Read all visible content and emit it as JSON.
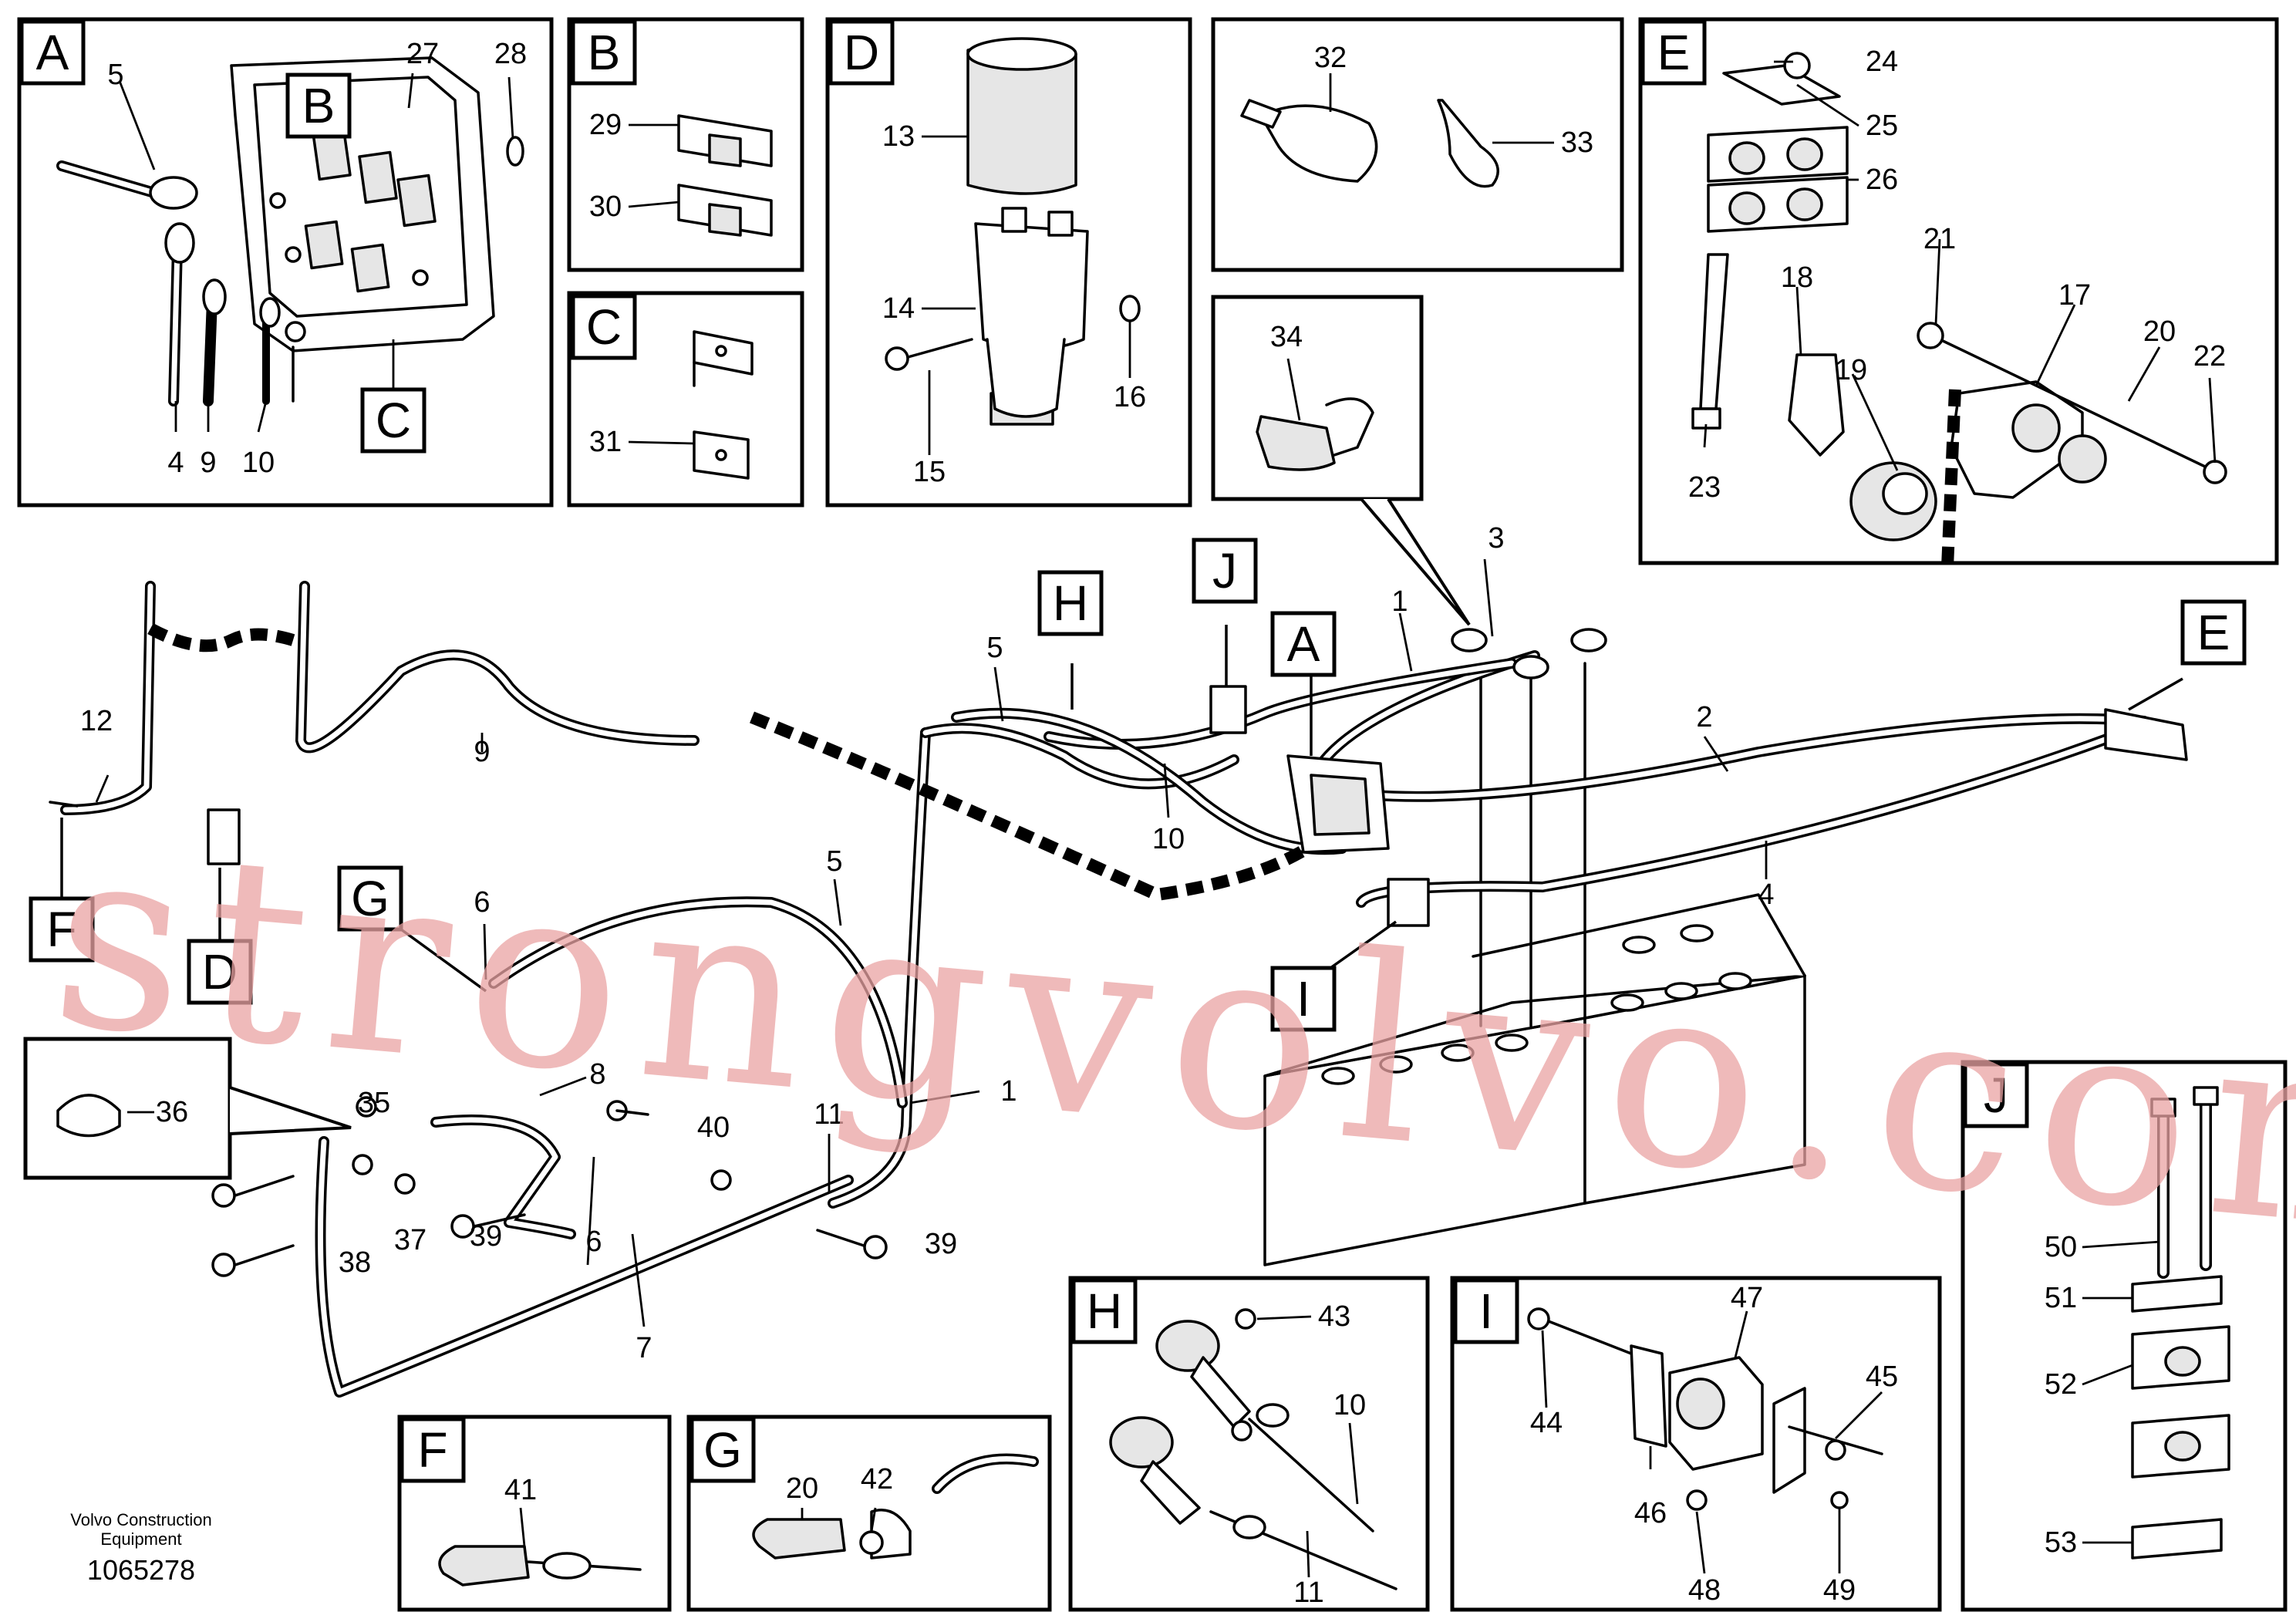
{
  "panel_tags": {
    "A": "A",
    "B": "B",
    "C": "C",
    "D": "D",
    "E": "E",
    "F": "F",
    "G": "G",
    "H": "H",
    "I": "I",
    "J": "J"
  },
  "part_numbers": {
    "n1": "1",
    "n2": "2",
    "n3": "3",
    "n4": "4",
    "n5": "5",
    "n6": "6",
    "n7": "7",
    "n8": "8",
    "n9": "9",
    "n10": "10",
    "n11": "11",
    "n12": "12",
    "n13": "13",
    "n14": "14",
    "n15": "15",
    "n16": "16",
    "n17": "17",
    "n18": "18",
    "n19": "19",
    "n20": "20",
    "n21": "21",
    "n22": "22",
    "n23": "23",
    "n24": "24",
    "n25": "25",
    "n26": "26",
    "n27": "27",
    "n28": "28",
    "n29": "29",
    "n30": "30",
    "n31": "31",
    "n32": "32",
    "n33": "33",
    "n34": "34",
    "n35": "35",
    "n36": "36",
    "n37": "37",
    "n38": "38",
    "n39": "39",
    "n40": "40",
    "n41": "41",
    "n42": "42",
    "n43": "43",
    "n44": "44",
    "n45": "45",
    "n46": "46",
    "n47": "47",
    "n48": "48",
    "n49": "49",
    "n50": "50",
    "n51": "51",
    "n52": "52",
    "n53": "53"
  },
  "footer": {
    "company_line1": "Volvo Construction",
    "company_line2": "Equipment",
    "document_number": "1065278"
  },
  "watermark": "strongvolvo.com"
}
